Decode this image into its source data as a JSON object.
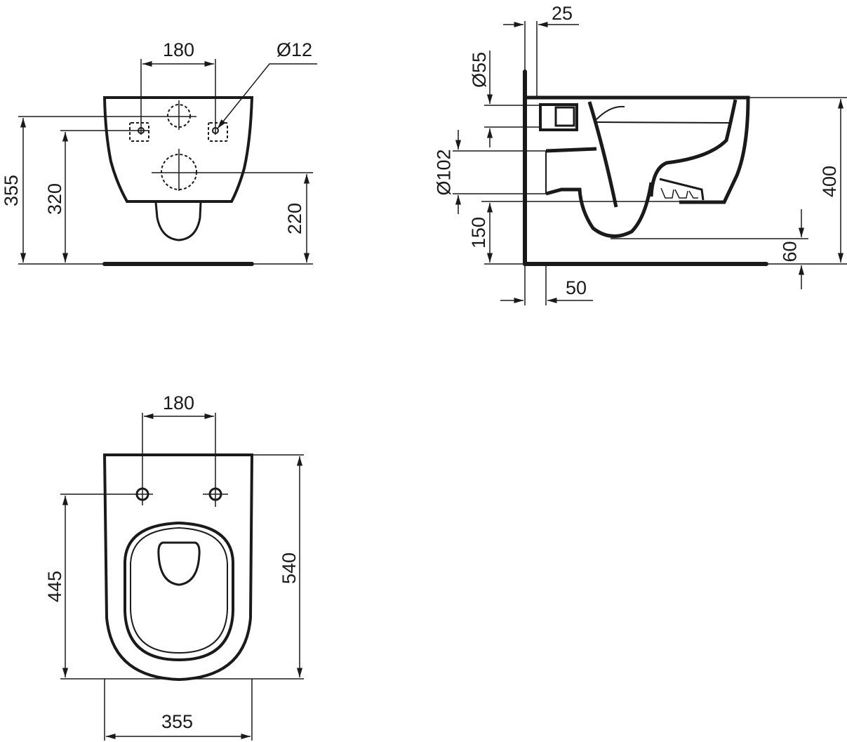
{
  "drawing": {
    "line_color": "#1a1a1a",
    "background": "#ffffff"
  },
  "front_view": {
    "dim_fixing_spacing": "180",
    "dim_fixing_hole_dia": "Ø12",
    "dim_overall_height_to_top": "355",
    "dim_fixing_height": "320",
    "dim_outlet_height": "220"
  },
  "side_view": {
    "dim_wall_offset_top": "25",
    "dim_inlet_dia": "Ø55",
    "dim_outlet_dia": "Ø102",
    "dim_outlet_bottom_height": "150",
    "dim_total_height": "400",
    "dim_bottom_clearance": "60",
    "dim_wall_offset_bottom": "50"
  },
  "top_view": {
    "dim_fixing_spacing": "180",
    "dim_fixing_to_front": "445",
    "dim_total_depth": "540",
    "dim_width": "355"
  }
}
